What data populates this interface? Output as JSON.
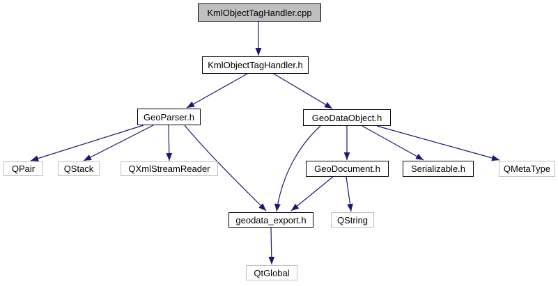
{
  "graph": {
    "kind": "include-dependency-graph",
    "colors": {
      "background": "#ffffff",
      "edge": "#191970",
      "text": "#000000",
      "internal_border": "#000000",
      "external_border": "#bfbfbf",
      "current_fill": "#bfbfbf",
      "node_fill": "#ffffff"
    },
    "nodes": [
      {
        "label": "KmlObjectTagHandler.cpp",
        "type": "current"
      },
      {
        "label": "KmlObjectTagHandler.h",
        "type": "internal"
      },
      {
        "label": "GeoParser.h",
        "type": "internal"
      },
      {
        "label": "GeoDataObject.h",
        "type": "internal"
      },
      {
        "label": "QPair",
        "type": "external"
      },
      {
        "label": "QStack",
        "type": "external"
      },
      {
        "label": "QXmlStreamReader",
        "type": "external"
      },
      {
        "label": "GeoDocument.h",
        "type": "internal"
      },
      {
        "label": "Serializable.h",
        "type": "internal"
      },
      {
        "label": "QMetaType",
        "type": "external"
      },
      {
        "label": "geodata_export.h",
        "type": "internal"
      },
      {
        "label": "QString",
        "type": "external"
      },
      {
        "label": "QtGlobal",
        "type": "external"
      }
    ],
    "edges": [
      {
        "from": "KmlObjectTagHandler.cpp",
        "to": "KmlObjectTagHandler.h"
      },
      {
        "from": "KmlObjectTagHandler.h",
        "to": "GeoParser.h"
      },
      {
        "from": "KmlObjectTagHandler.h",
        "to": "GeoDataObject.h"
      },
      {
        "from": "GeoParser.h",
        "to": "QPair"
      },
      {
        "from": "GeoParser.h",
        "to": "QStack"
      },
      {
        "from": "GeoParser.h",
        "to": "QXmlStreamReader"
      },
      {
        "from": "GeoParser.h",
        "to": "geodata_export.h"
      },
      {
        "from": "GeoDataObject.h",
        "to": "GeoDocument.h"
      },
      {
        "from": "GeoDataObject.h",
        "to": "Serializable.h"
      },
      {
        "from": "GeoDataObject.h",
        "to": "QMetaType"
      },
      {
        "from": "GeoDataObject.h",
        "to": "geodata_export.h"
      },
      {
        "from": "GeoDocument.h",
        "to": "geodata_export.h"
      },
      {
        "from": "GeoDocument.h",
        "to": "QString"
      },
      {
        "from": "geodata_export.h",
        "to": "QtGlobal"
      }
    ]
  }
}
